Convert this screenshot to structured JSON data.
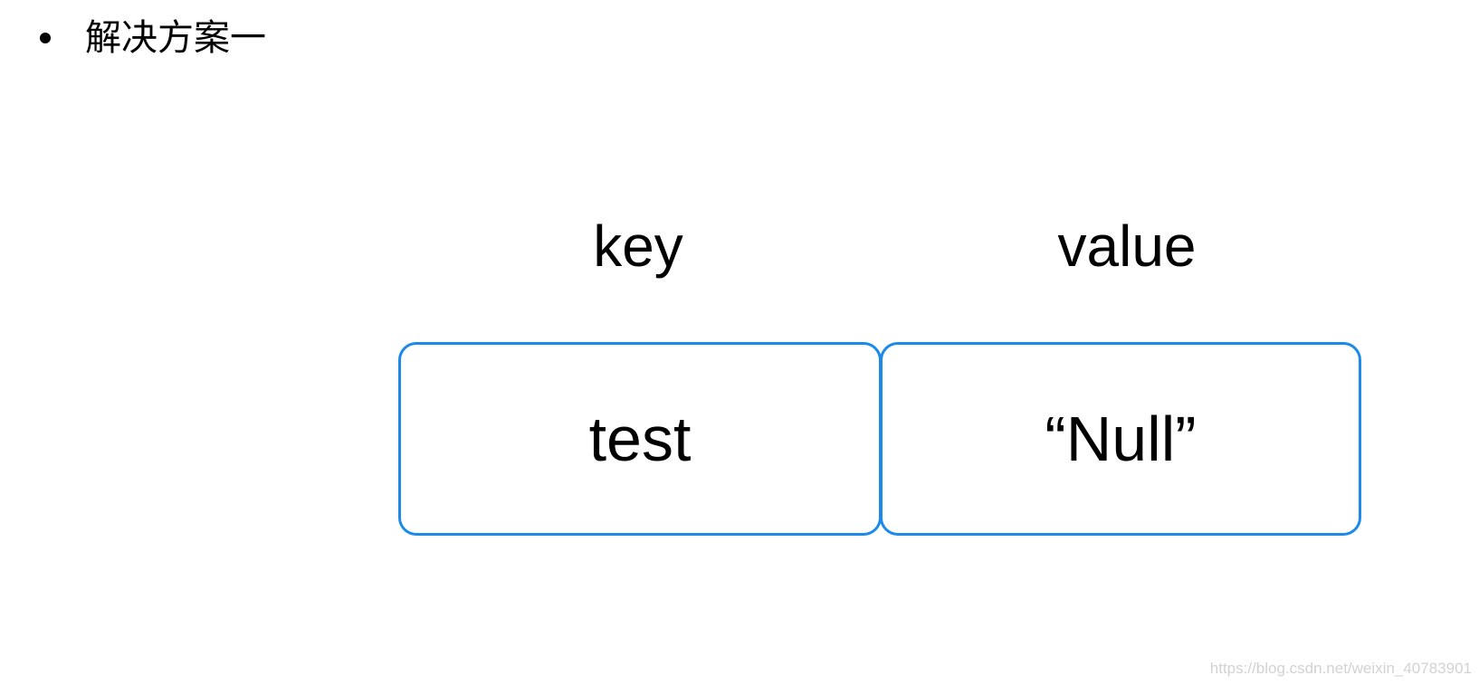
{
  "heading": {
    "bullet_text": "解决方案一"
  },
  "diagram": {
    "key_label": "key",
    "value_label": "value",
    "key_cell": "test",
    "value_cell": "“Null”",
    "border_color": "#1d8aea"
  },
  "watermark": {
    "text": "https://blog.csdn.net/weixin_40783901"
  }
}
